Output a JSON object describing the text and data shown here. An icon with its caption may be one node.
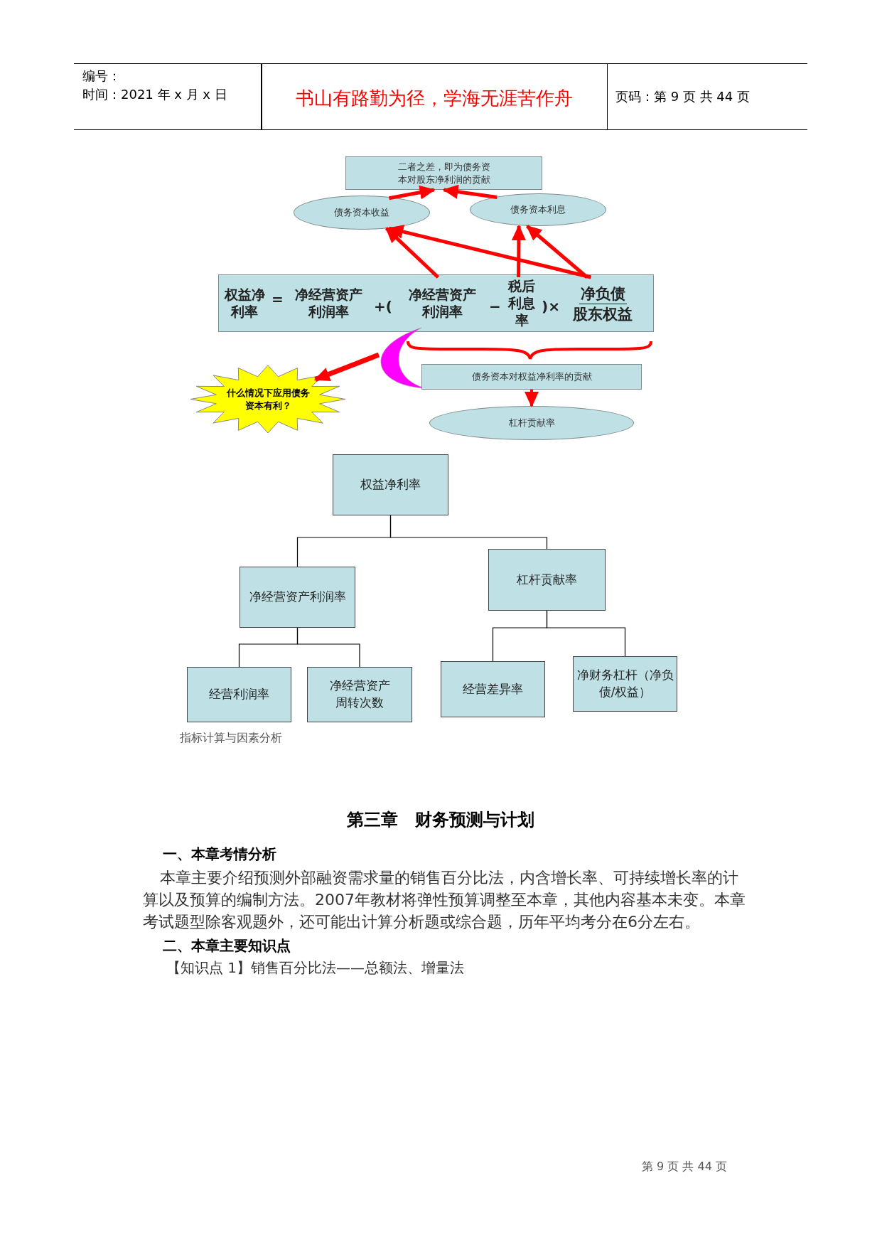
{
  "diagram": {
    "nodes": [
      {
        "text": [
          "二者之差，即为债务资本对股东净利润的贡献"
        ]
      },
      {
        "text": [
          "债务资本收益"
        ]
      },
      {
        "text": [
          "债务资本利息"
        ]
      },
      {
        "text": [
          "=",
          "+(",
          "−",
          ")×"
        ]
      },
      {
        "text": [
          "权益净利率"
        ],
        "in": 3
      },
      {
        "text": [
          "净经营资产利润率"
        ],
        "in": 3
      },
      {
        "text": [
          "净经营资产利润率"
        ],
        "in": 3
      },
      {
        "text": [
          "税后利息率"
        ],
        "in": 3
      },
      {
        "text": [
          "净负债",
          "股东权益"
        ],
        "in": 3
      },
      {
        "text": [],
        "shape": "crescent"
      },
      {
        "text": [
          "什么情况下应用债务资本有利？"
        ]
      },
      {
        "text": [
          "债务资本对权益净利率的贡献"
        ]
      },
      {
        "text": [
          "杠杆贡献率"
        ]
      },
      {
        "text": [
          "权益净利率"
        ]
      },
      {
        "text": [
          "净经营资产利润率"
        ]
      },
      {
        "text": [
          "杠杆贡献率"
        ]
      },
      {
        "text": [
          "经营利润率"
        ]
      },
      {
        "text": [
          "净经营资产周转次数"
        ]
      },
      {
        "text": [
          "经营差异率"
        ]
      },
      {
        "text": [
          "净财务杠杆（净负债/权益）"
        ]
      }
    ],
    "edges": [
      {
        "from": 1,
        "to": 0,
        "arrow": "to"
      },
      {
        "from": 2,
        "to": 0,
        "arrow": "to"
      },
      {
        "from": 6,
        "to": 1,
        "arrow": "to"
      },
      {
        "from": 8,
        "to": 1,
        "arrow": "to"
      },
      {
        "from": 7,
        "to": 2,
        "arrow": "to"
      },
      {
        "from": 8,
        "to": 2,
        "arrow": "to"
      },
      {
        "from": 9,
        "to": 10,
        "arrow": "to"
      },
      {
        "from": 11,
        "to": 12,
        "arrow": "to"
      },
      {
        "from": 13,
        "to": 14,
        "arrow": "none",
        "color": "#000000"
      },
      {
        "from": 13,
        "to": 15,
        "arrow": "none",
        "color": "#000000"
      },
      {
        "from": 14,
        "to": 16,
        "arrow": "none",
        "color": "#000000"
      },
      {
        "from": 14,
        "to": 17,
        "arrow": "none",
        "color": "#000000"
      },
      {
        "from": 15,
        "to": 18,
        "arrow": "none",
        "color": "#000000"
      },
      {
        "from": 15,
        "to": 19,
        "arrow": "none",
        "color": "#000000"
      }
    ],
    "labels": [
      "编号：",
      "时间：2021 年 x 月 x 日",
      "书山有路勤为径，学海无涯苦作舟",
      "页码：第 9 页 共 44 页",
      "指标计算与因素分析",
      "第三章　财务预测与计划",
      "一、本章考情分析",
      "本章主要介绍预测外部融资需求量的销售百分比法，内含增长率、可持续增长率的计算以及预算的编制方法。2007年教材将弹性预算调整至本章，其他内容基本未变。本章考试题型除客观题外，还可能出计算分析题或综合题，历年平均考分在6分左右。",
      "二、本章主要知识点",
      "【知识点 1】销售百分比法——总额法、增量法",
      "第 9 页 共 44 页"
    ]
  }
}
